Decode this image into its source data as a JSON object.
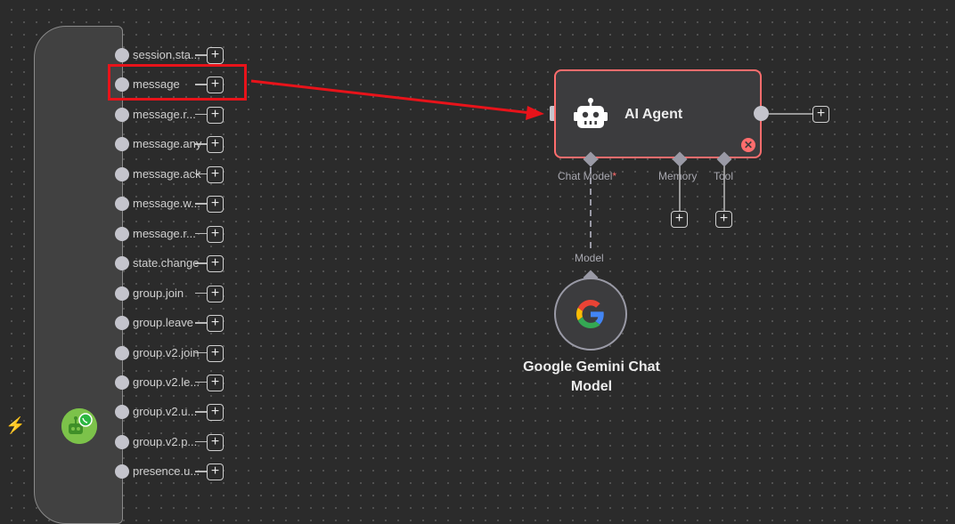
{
  "trigger_node": {
    "outputs": [
      {
        "label": "session.sta..."
      },
      {
        "label": "message"
      },
      {
        "label": "message.r..."
      },
      {
        "label": "message.any"
      },
      {
        "label": "message.ack"
      },
      {
        "label": "message.w..."
      },
      {
        "label": "message.r..."
      },
      {
        "label": "state.change"
      },
      {
        "label": "group.join"
      },
      {
        "label": "group.leave"
      },
      {
        "label": "group.v2.join"
      },
      {
        "label": "group.v2.le..."
      },
      {
        "label": "group.v2.u..."
      },
      {
        "label": "group.v2.p..."
      },
      {
        "label": "presence.u..."
      }
    ],
    "icon": "whatsapp-bot-icon",
    "trigger_marker_icon": "lightning-bolt-icon",
    "icon_color": "#7cc24a"
  },
  "ai_agent": {
    "title": "AI Agent",
    "icon": "robot-icon",
    "status_icon": "error-x-icon",
    "ports": {
      "chat_model": "Chat Model",
      "chat_model_required": "*",
      "memory": "Memory",
      "tool": "Tool"
    },
    "border_color": "#ff6d6d"
  },
  "gemini_node": {
    "port_label": "Model",
    "title_line1": "Google Gemini Chat",
    "title_line2": "Model",
    "icon": "google-g-icon"
  },
  "annotation": {
    "highlight_color": "#e8131a",
    "arrow_color": "#e8131a"
  },
  "plus_symbol": "+"
}
